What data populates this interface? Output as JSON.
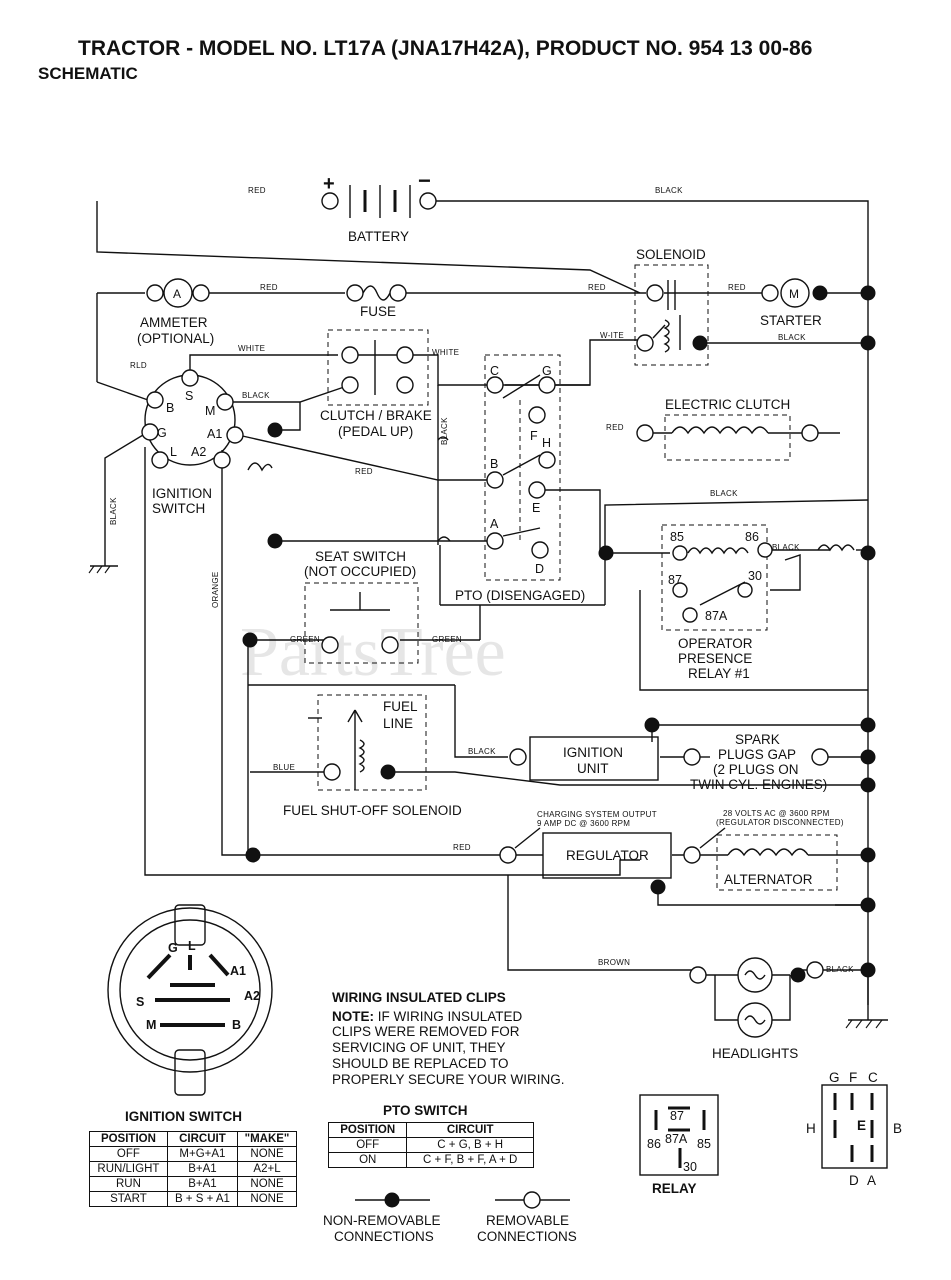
{
  "title": "TRACTOR - MODEL NO. LT17A (JNA17H42A), PRODUCT NO. 954 13 00-86",
  "subtitle": "SCHEMATIC",
  "watermark": "PartsTree",
  "wire_colors": {
    "red": "RED",
    "black": "BLACK",
    "white": "WHITE",
    "white_alt": "W-ITE",
    "green": "GREEN",
    "orange": "ORANGE",
    "blue": "BLUE",
    "brown": "BROWN",
    "red_ign": "RLD"
  },
  "components": {
    "battery": "BATTERY",
    "battery_plus": "+",
    "battery_minus": "−",
    "solenoid": "SOLENOID",
    "ammeter": "AMMETER",
    "ammeter_opt": "(OPTIONAL)",
    "ammeter_symbol": "A",
    "fuse": "FUSE",
    "starter": "STARTER",
    "starter_symbol": "M",
    "clutch_brake": "CLUTCH / BRAKE",
    "pedal_up": "(PEDAL UP)",
    "electric_clutch": "ELECTRIC CLUTCH",
    "ignition_switch_1": "IGNITION",
    "ignition_switch_2": "SWITCH",
    "seat_switch": "SEAT SWITCH",
    "not_occupied": "(NOT OCCUPIED)",
    "pto_disengaged": "PTO (DISENGAGED)",
    "op_relay_1": "OPERATOR",
    "op_relay_2": "PRESENCE",
    "op_relay_3": "RELAY #1",
    "fuel_line_1": "FUEL",
    "fuel_line_2": "LINE",
    "fuel_solenoid": "FUEL SHUT-OFF SOLENOID",
    "ignition_unit_1": "IGNITION",
    "ignition_unit_2": "UNIT",
    "spark_1": "SPARK",
    "spark_2": "PLUGS GAP",
    "spark_3": "(2 PLUGS ON",
    "spark_4": "TWIN CYL. ENGINES)",
    "regulator": "REGULATOR",
    "alternator": "ALTERNATOR",
    "charging_1": "CHARGING SYSTEM OUTPUT",
    "charging_2": "9 AMP DC @ 3600 RPM",
    "volts_1": "28 VOLTS AC @ 3600 RPM",
    "volts_2": "(REGULATOR DISCONNECTED)",
    "headlights": "HEADLIGHTS"
  },
  "ign_terminals": [
    "S",
    "B",
    "M",
    "G",
    "A1",
    "L",
    "A2"
  ],
  "pto_terminals": [
    "C",
    "G",
    "F",
    "H",
    "B",
    "E",
    "A",
    "D"
  ],
  "relay_terminals": [
    "85",
    "86",
    "87",
    "30",
    "87A"
  ],
  "note": {
    "heading": "WIRING INSULATED CLIPS",
    "lead": "NOTE:",
    "lines": [
      " IF WIRING INSULATED",
      "CLIPS WERE REMOVED FOR",
      "SERVICING OF UNIT, THEY",
      "SHOULD BE REPLACED TO",
      "PROPERLY SECURE YOUR WIRING."
    ]
  },
  "ignition_switch_face": {
    "title": "IGNITION SWITCH",
    "labels": [
      "G",
      "L",
      "A1",
      "A2",
      "S",
      "M",
      "B"
    ]
  },
  "ignition_table": {
    "headers": [
      "POSITION",
      "CIRCUIT",
      "\"MAKE\""
    ],
    "rows": [
      [
        "OFF",
        "M+G+A1",
        "NONE"
      ],
      [
        "RUN/LIGHT",
        "B+A1",
        "A2+L"
      ],
      [
        "RUN",
        "B+A1",
        "NONE"
      ],
      [
        "START",
        "B + S + A1",
        "NONE"
      ]
    ]
  },
  "pto_table": {
    "title": "PTO SWITCH",
    "headers": [
      "POSITION",
      "CIRCUIT"
    ],
    "rows": [
      [
        "OFF",
        "C + G, B + H"
      ],
      [
        "ON",
        "C + F, B + F, A + D"
      ]
    ]
  },
  "legend": {
    "non_removable_1": "NON-REMOVABLE",
    "non_removable_2": "CONNECTIONS",
    "removable_1": "REMOVABLE",
    "removable_2": "CONNECTIONS"
  },
  "relay_box": {
    "label": "RELAY",
    "pins": [
      "87",
      "86",
      "87A",
      "85",
      "30"
    ]
  },
  "pto_box": {
    "top": [
      "G",
      "F",
      "C"
    ],
    "left": "H",
    "center": "E",
    "right": "B",
    "bottom": [
      "D",
      "A"
    ]
  }
}
